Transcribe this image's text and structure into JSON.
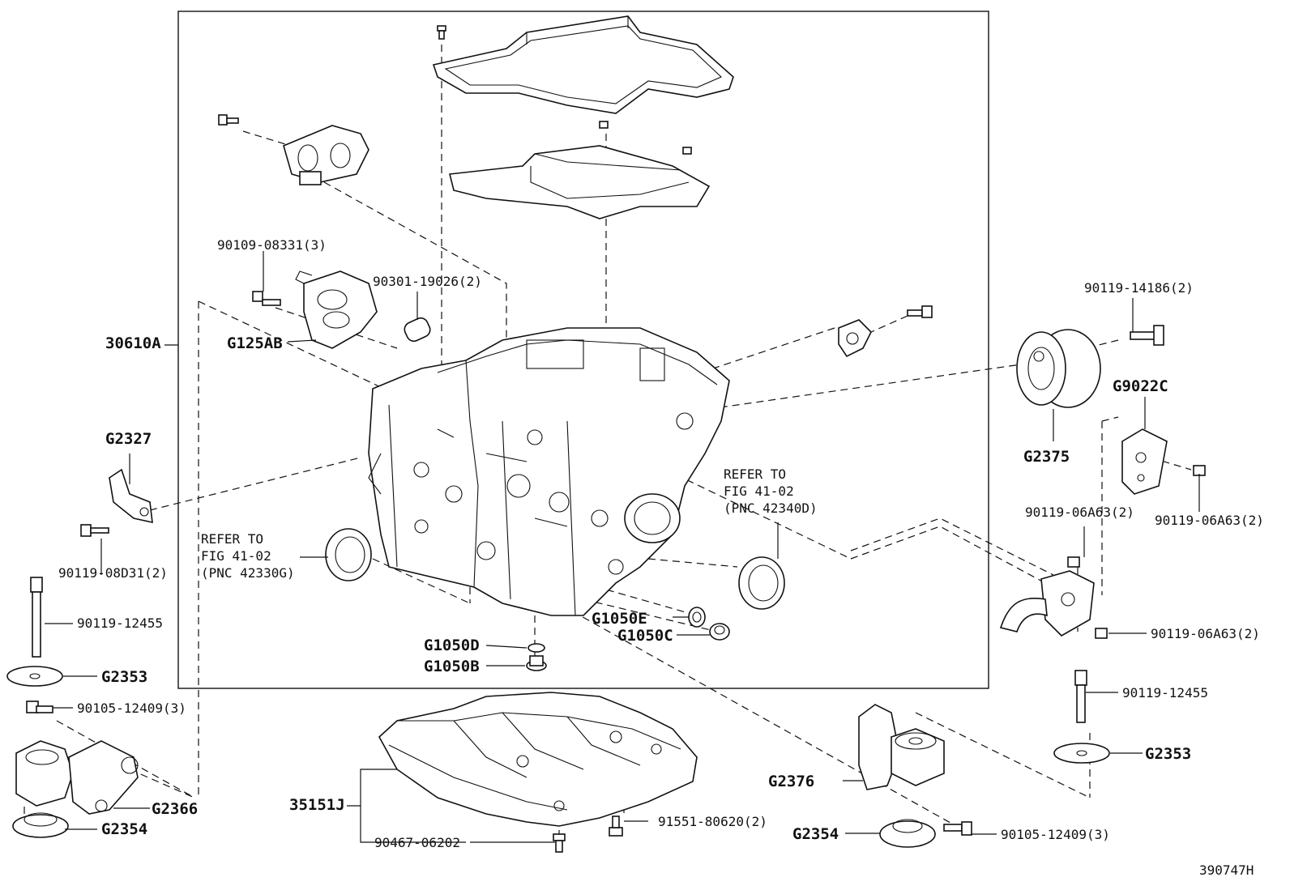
{
  "diagram_id": "390747H",
  "callouts": {
    "c_90109_08331": "90109-08331(3)",
    "c_90301_19026": "90301-19026(2)",
    "c_30610A": "30610A",
    "c_G125AB": "G125AB",
    "c_G2327": "G2327",
    "c_90119_08D31": "90119-08D31(2)",
    "c_90119_12455_l": "90119-12455",
    "c_G2353_l": "G2353",
    "c_90105_12409_l": "90105-12409(3)",
    "c_G2366": "G2366",
    "c_G2354_l": "G2354",
    "c_G1050D": "G1050D",
    "c_G1050B": "G1050B",
    "c_G1050E": "G1050E",
    "c_G1050C": "G1050C",
    "c_35151J": "35151J",
    "c_90467_06202": "90467-06202",
    "c_91551_80620": "91551-80620(2)",
    "c_G2376": "G2376",
    "c_G2354_r": "G2354",
    "c_90105_12409_r": "90105-12409(3)",
    "c_90119_14186": "90119-14186(2)",
    "c_G2375": "G2375",
    "c_G9022C": "G9022C",
    "c_90119_06A63_a": "90119-06A63(2)",
    "c_90119_06A63_b": "90119-06A63(2)",
    "c_90119_06A63_c": "90119-06A63(2)",
    "c_90119_12455_r": "90119-12455",
    "c_G2353_r": "G2353"
  },
  "refer_left": {
    "line1": "REFER TO",
    "line2": "FIG 41-02",
    "line3": "(PNC 42330G)"
  },
  "refer_right": {
    "line1": "REFER TO",
    "line2": "FIG 41-02",
    "line3": "(PNC 42340D)"
  }
}
